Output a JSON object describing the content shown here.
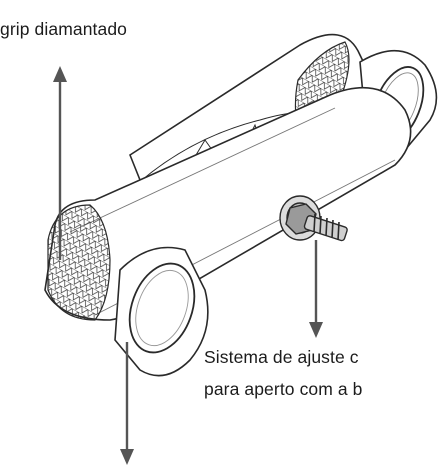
{
  "annotations": {
    "grip": "grip diamantado",
    "ajuste_line1": "Sistema de ajuste c",
    "ajuste_line2": "para aperto com a b"
  },
  "colors": {
    "ink": "#2a2a2a",
    "arrow": "#555555",
    "background": "#ffffff"
  }
}
